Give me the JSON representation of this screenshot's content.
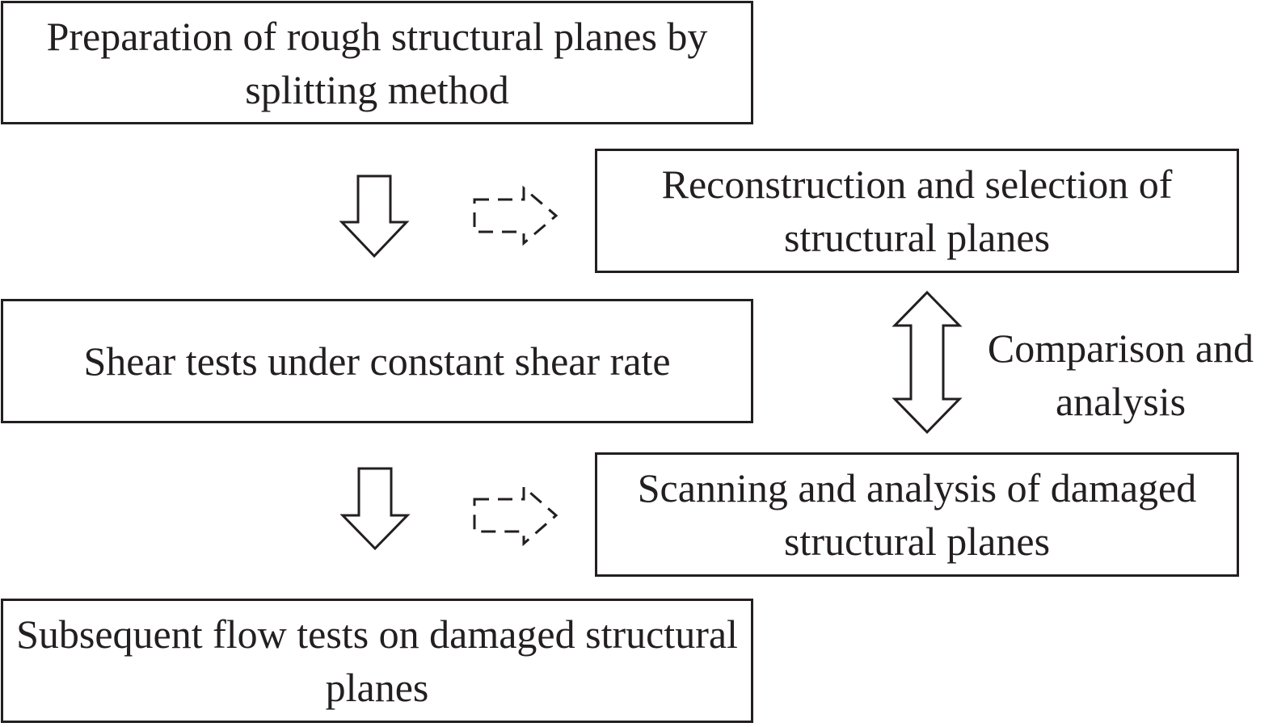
{
  "diagram": {
    "boxes": {
      "preparation": "Preparation of rough structural planes by splitting method",
      "reconstruction": "Reconstruction and selection of structural planes",
      "shear_tests": "Shear tests under constant shear rate",
      "scanning": "Scanning and analysis of damaged structural planes",
      "flow_tests": "Subsequent flow tests on damaged structural planes"
    },
    "relation_label": "Comparison and analysis",
    "colors": {
      "stroke": "#231f20",
      "fill": "#ffffff",
      "text": "#231f20"
    }
  }
}
